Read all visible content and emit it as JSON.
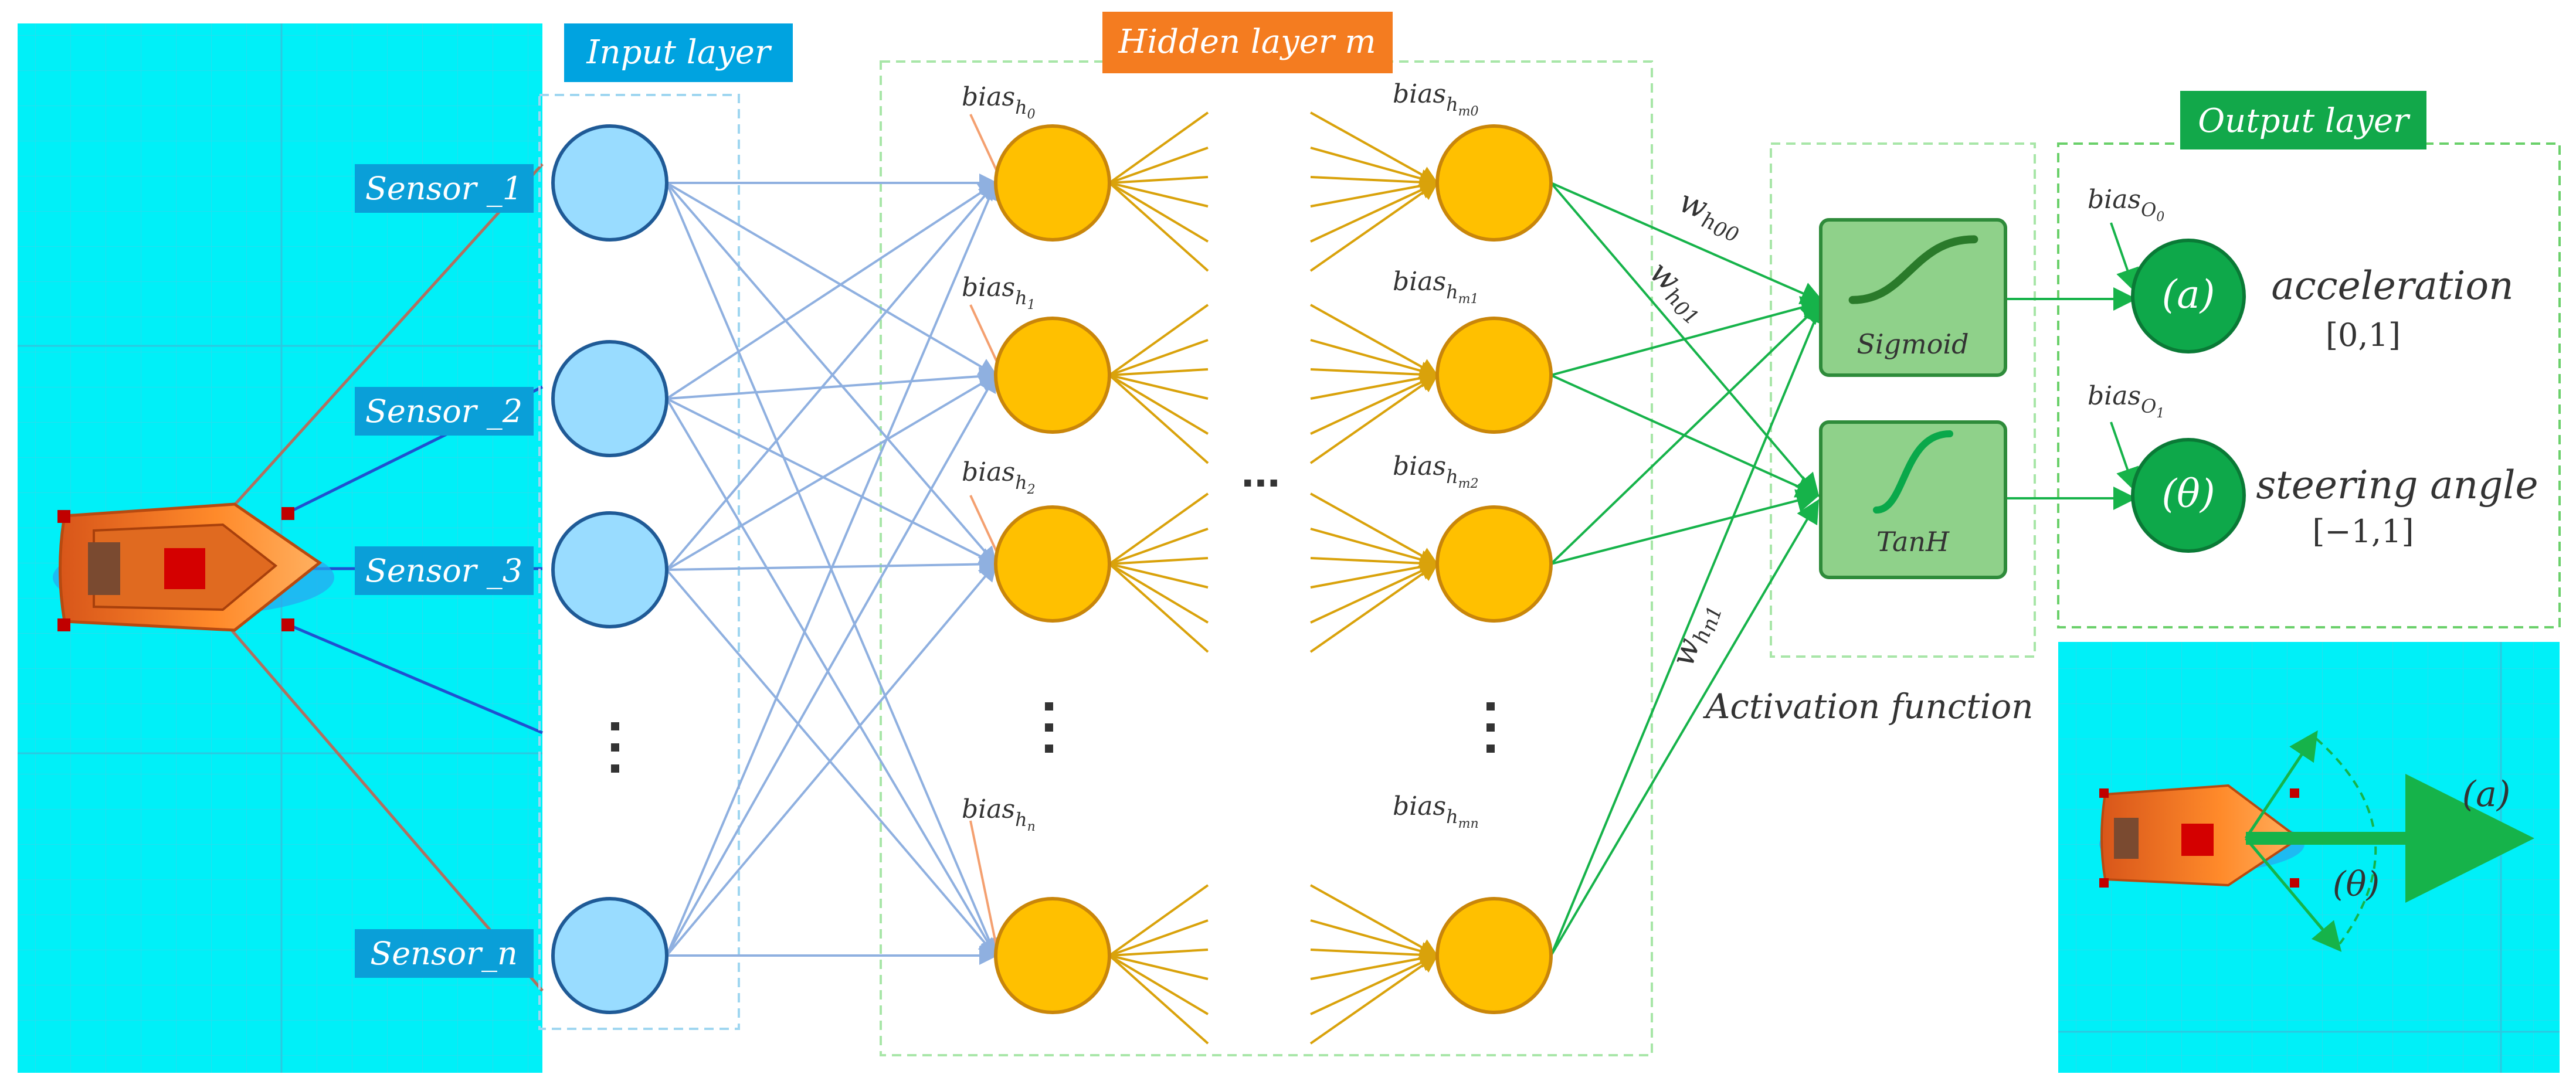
{
  "header_labels": {
    "input_layer": "Input layer",
    "hidden_layer": "Hidden layer m",
    "output_layer": "Output layer"
  },
  "sensors": [
    "Sensor _1",
    "Sensor _2",
    "Sensor _3",
    "Sensor_n"
  ],
  "hidden_biases_first": {
    "base": "bias",
    "subs": [
      "h",
      "h",
      "h",
      "h"
    ],
    "subsubs": [
      "0",
      "1",
      "2",
      "n"
    ]
  },
  "hidden_biases_last": {
    "base": "bias",
    "subs": [
      "h",
      "h",
      "h",
      "h"
    ],
    "subsubs": [
      "m0",
      "m1",
      "m2",
      "mn"
    ]
  },
  "ellipsis_horizontal": "...",
  "weights": {
    "w00": {
      "base": "w",
      "sub": "h",
      "subsub": "00"
    },
    "w01": {
      "base": "w",
      "sub": "h",
      "subsub": "01"
    },
    "wn1": {
      "base": "w",
      "sub": "h",
      "subsub": "n1"
    }
  },
  "activation": {
    "sigmoid": "Sigmoid",
    "tanh": "TanH",
    "caption": "Activation function"
  },
  "outputs": [
    {
      "symbol": "(a)",
      "name": "acceleration",
      "range": "[0,1]",
      "bias": {
        "base": "bias",
        "sub": "O",
        "subsub": "0"
      }
    },
    {
      "symbol": "(θ)",
      "name": "steering angle",
      "range": "[−1,1]",
      "bias": {
        "base": "bias",
        "sub": "O",
        "subsub": "1"
      }
    }
  ],
  "inset_labels": {
    "accel": "(a)",
    "theta": "(θ)"
  },
  "colors": {
    "water": "#00f0f8",
    "input_node": "#99dcff",
    "input_node_stroke": "#1f5a96",
    "hidden_node": "#ffc000",
    "hidden_node_stroke": "#c9860a",
    "output_node": "#0ea84a",
    "activation_box": "#8fd18a",
    "activation_stroke": "#2e8b3a",
    "input_tag": "#00a3e0",
    "hidden_tag": "#f47c20",
    "output_tag": "#12a84a",
    "sensor_tag": "#0a9fd8",
    "blue_line": "#8fb0e0",
    "gold_line": "#d9a20b",
    "green_line": "#16b34a"
  }
}
